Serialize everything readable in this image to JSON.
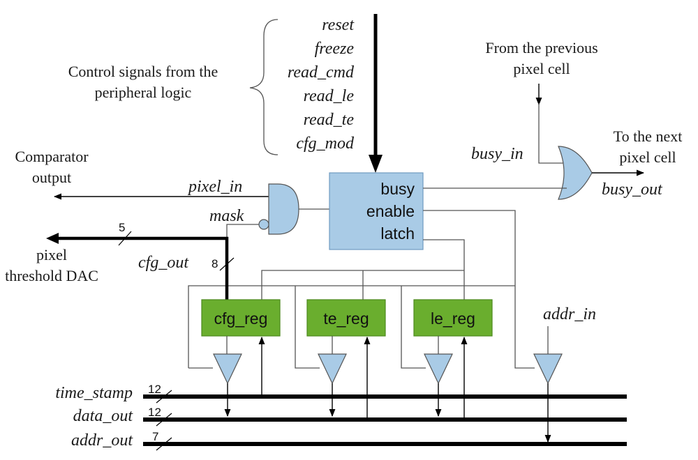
{
  "control_text": [
    "Control signals from the",
    "peripheral logic"
  ],
  "control_signals": [
    "reset",
    "freeze",
    "read_cmd",
    "read_le",
    "read_te",
    "cfg_mod"
  ],
  "prev_cell": [
    "From the previous",
    "pixel cell"
  ],
  "next_cell": [
    "To the next",
    "pixel cell"
  ],
  "comparator": [
    "Comparator",
    "output"
  ],
  "dac": [
    "pixel",
    "threshold DAC"
  ],
  "signals": {
    "pixel_in": "pixel_in",
    "mask": "mask",
    "busy_in": "busy_in",
    "busy_out": "busy_out",
    "cfg_out": "cfg_out",
    "addr_in": "addr_in"
  },
  "latch_lines": [
    "busy",
    "enable",
    "latch"
  ],
  "registers": [
    "cfg_reg",
    "te_reg",
    "le_reg"
  ],
  "buses": [
    {
      "name": "time_stamp",
      "width": "12"
    },
    {
      "name": "data_out",
      "width": "12"
    },
    {
      "name": "addr_out",
      "width": "7"
    }
  ],
  "bus_widths": {
    "dac": "5",
    "cfg": "8"
  },
  "colors": {
    "latch_fill": "#a9cbe6",
    "latch_stroke": "#6e9ac0",
    "reg_fill": "#6aae2e",
    "reg_stroke": "#4d8a1f",
    "buffer_fill": "#a9cbe6"
  }
}
